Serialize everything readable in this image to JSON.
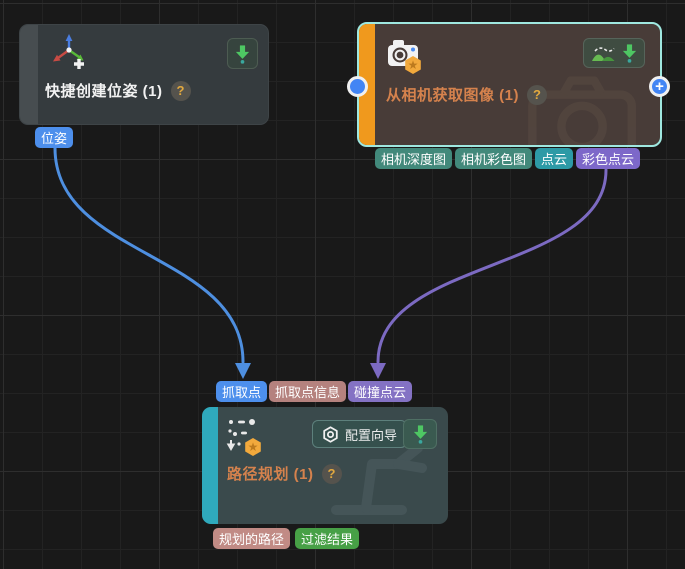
{
  "canvas": {
    "background": "#191919",
    "grid_minor": "#232323",
    "grid_major": "#2e2e2e"
  },
  "colors": {
    "selection_border": "#9fe8e0",
    "port_blue": "#4285f4",
    "download_green": "#4ec763",
    "status_dot_teal": "#3aa89e",
    "title_orange": "#d5824d",
    "strip_orange": "#f0991d",
    "strip_teal": "#2fa9bc"
  },
  "nodes": {
    "quick_create_pose": {
      "title": "快捷创建位姿 (1)",
      "help_badge": "?",
      "outputs": [
        {
          "label": "位姿",
          "color": "#4d8fec"
        }
      ]
    },
    "capture_from_camera": {
      "title": "从相机获取图像 (1)",
      "help_badge": "?",
      "plus_port": "+",
      "outputs": [
        {
          "label": "相机深度图",
          "color": "#42897b"
        },
        {
          "label": "相机彩色图",
          "color": "#42897b"
        },
        {
          "label": "点云",
          "color": "#2d9aa6"
        },
        {
          "label": "彩色点云",
          "color": "#7d68c9"
        }
      ]
    },
    "path_planning": {
      "title": "路径规划 (1)",
      "help_badge": "?",
      "wizard_button": "配置向导",
      "inputs": [
        {
          "label": "抓取点",
          "color": "#4d8fec"
        },
        {
          "label": "抓取点信息",
          "color": "#b5827e"
        },
        {
          "label": "碰撞点云",
          "color": "#8472c4"
        }
      ],
      "outputs": [
        {
          "label": "规划的路径",
          "color": "#c18b85"
        },
        {
          "label": "过滤结果",
          "color": "#47a046"
        }
      ]
    }
  },
  "connections": [
    {
      "from": "位姿",
      "to": "抓取点",
      "color": "#4e8fe0"
    },
    {
      "from": "彩色点云",
      "to": "碰撞点云",
      "color": "#7c6ac2"
    }
  ]
}
